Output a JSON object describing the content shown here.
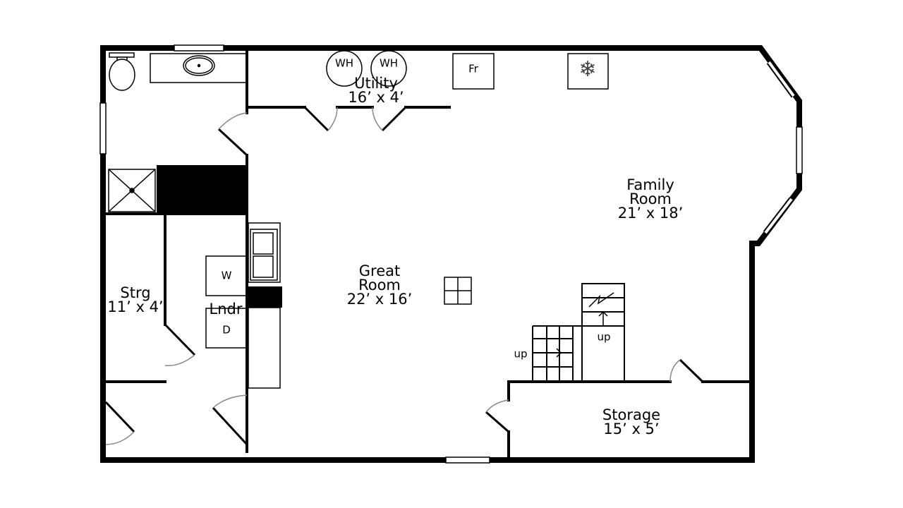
{
  "rooms": [
    {
      "name": "Utility",
      "size": "16’ x 4’"
    },
    {
      "name": "Family Room",
      "size": "21’ x 18’"
    },
    {
      "name": "Great Room",
      "size": "22’ x 16’"
    },
    {
      "name": "Strg",
      "size": "11’ x 4’"
    },
    {
      "name": "Lndr",
      "size": ""
    },
    {
      "name": "Storage",
      "size": "15’ x 5’"
    }
  ],
  "fixtures": {
    "water_heater_1": "WH",
    "water_heater_2": "WH",
    "furnace": "Fr",
    "washer": "W",
    "dryer": "D",
    "stair_up_1": "up",
    "stair_up_2": "up"
  },
  "colors": {
    "wall": "#000000",
    "door_arc": "#888888"
  }
}
